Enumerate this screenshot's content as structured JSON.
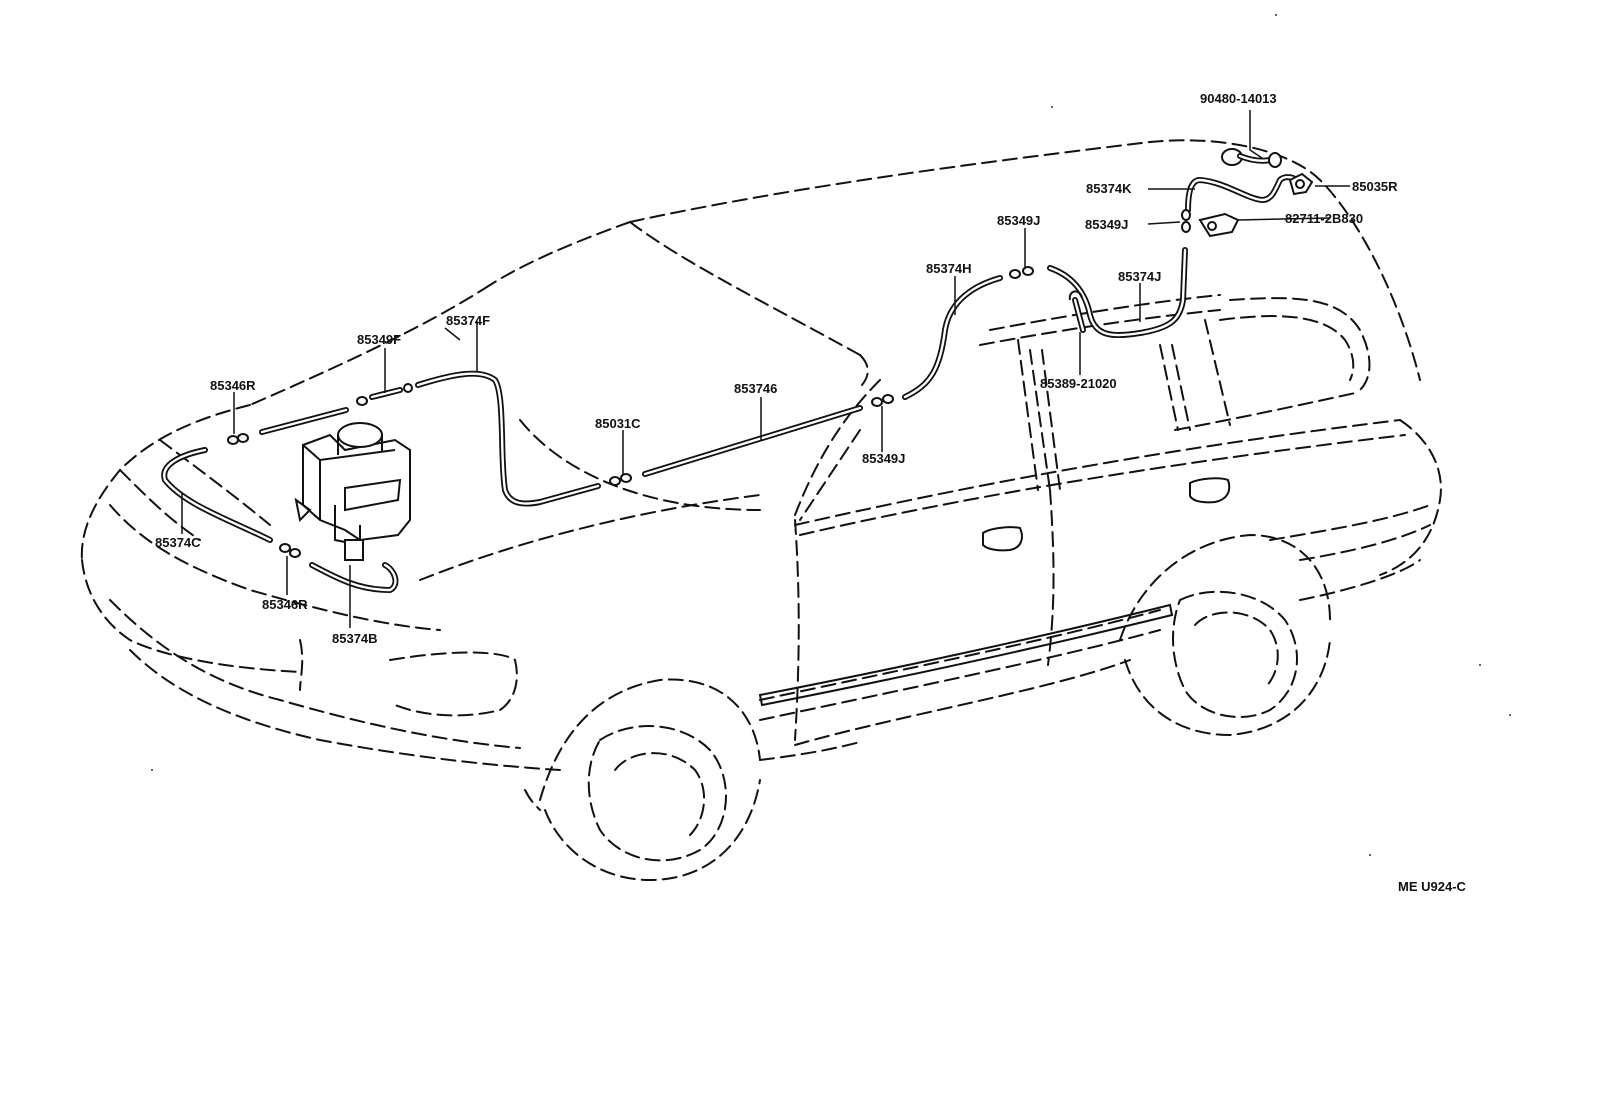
{
  "parts": {
    "p90480_14013": "90480-14013",
    "p85374K": "85374K",
    "p85035R": "85035R",
    "p85349J_top": "85349J",
    "p85349J_mid": "85349J",
    "p82711_2B830": "82711-2B830",
    "p85374H": "85374H",
    "p85374J": "85374J",
    "p85389_21020": "85389-21020",
    "p85374F": "85374F",
    "p85349F": "85349F",
    "p85346R_top": "85346R",
    "p85374G": "853746",
    "p85031C": "85031C",
    "p85349J_low": "85349J",
    "p85374C": "85374C",
    "p85346R_low": "85346R",
    "p85374B": "85374B"
  },
  "reference_code": "ME U924-C"
}
